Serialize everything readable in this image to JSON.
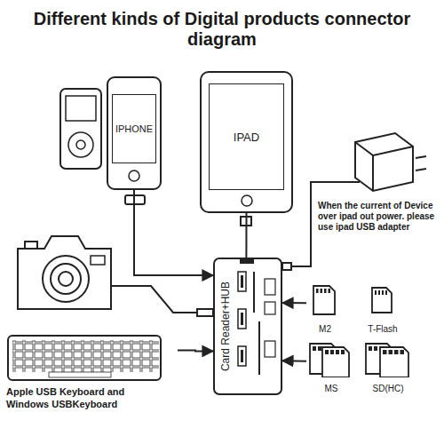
{
  "diagram": {
    "title": "Different kinds of Digital products connector diagram",
    "nodes": [
      {
        "text": [
          "IPHONE"
        ]
      },
      {
        "text": [
          "IPAD"
        ]
      },
      {
        "text": [
          "Card Reader+HUB"
        ]
      },
      {
        "text": [
          "Apple USB Keyboard and Windows USBKeyboard"
        ]
      },
      {
        "text": [
          "M2"
        ]
      },
      {
        "text": [
          "T-Flash"
        ]
      },
      {
        "text": [
          "MS"
        ]
      },
      {
        "text": [
          "SD(HC)"
        ]
      }
    ],
    "edges": [
      {
        "from": 0,
        "to": 2,
        "arrow": "to"
      },
      {
        "from": 3,
        "to": 2,
        "arrow": "to"
      },
      {
        "from": 2,
        "to": 1,
        "arrow": "none"
      },
      {
        "from": 4,
        "to": 2,
        "arrow": "to"
      },
      {
        "from": 6,
        "to": 2,
        "arrow": "to"
      }
    ],
    "labels": [
      "When the current of Device over ipad out power. please use ipad USB adapter"
    ]
  }
}
